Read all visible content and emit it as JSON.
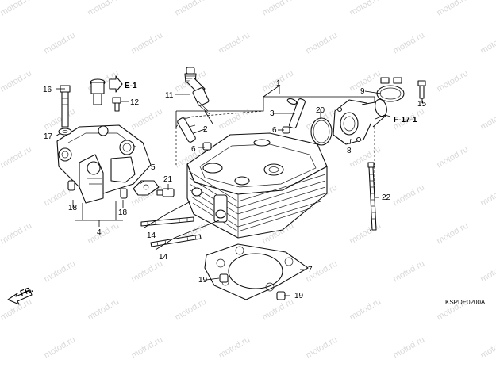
{
  "watermark": "motod.ru",
  "diagram_code": "KSPDE0200A",
  "direction_label": "FR.",
  "references": {
    "e1": "E-1",
    "f171": "F-17-1"
  },
  "callouts": {
    "n1": "1",
    "n2": "2",
    "n3": "3",
    "n4": "4",
    "n5": "5",
    "n6a": "6",
    "n6b": "6",
    "n7": "7",
    "n8": "8",
    "n9": "9",
    "n11": "11",
    "n12": "12",
    "n14a": "14",
    "n14b": "14",
    "n15": "15",
    "n16": "16",
    "n17": "17",
    "n18a": "18",
    "n18b": "18",
    "n19a": "19",
    "n19b": "19",
    "n20": "20",
    "n21": "21",
    "n22": "22"
  }
}
